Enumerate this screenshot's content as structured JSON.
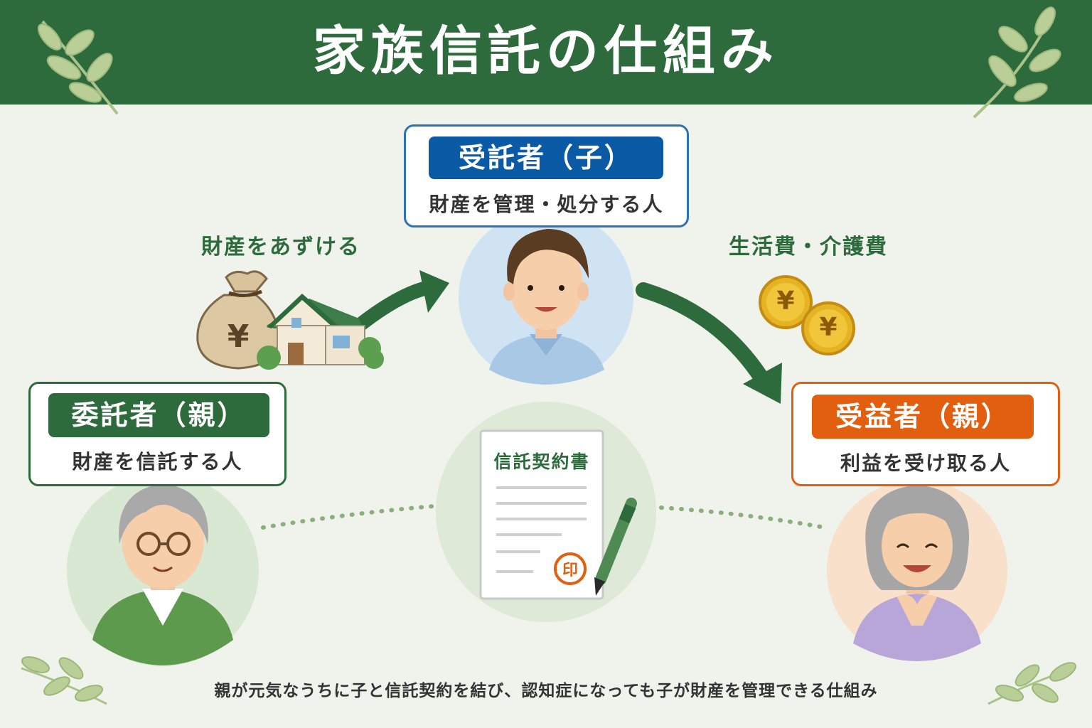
{
  "title": "家族信託の仕組み",
  "trustee": {
    "badge": "受託者（子）",
    "desc": "財産を管理・処分する人"
  },
  "settlor": {
    "badge": "委託者（親）",
    "desc": "財産を信託する人"
  },
  "beneficiary": {
    "badge": "受益者（親）",
    "desc": "利益を受け取る人"
  },
  "flows": {
    "entrust": "財産をあずける",
    "payment": "生活費・介護費"
  },
  "contract": {
    "title": "信託契約書",
    "seal": "印"
  },
  "yen_symbol": "¥",
  "caption": "親が元気なうちに子と信託契約を結び、認知症になっても子が財産を管理できる仕組み",
  "colors": {
    "header": "#2e6b3c",
    "trustee": "#0b5aa6",
    "settlor": "#2e6b3c",
    "beneficiary": "#e35f10",
    "background": "#eff3ec"
  },
  "icons": [
    "leaf-icon",
    "money-bag-icon",
    "house-icon",
    "coin-icon",
    "document-icon",
    "pen-icon",
    "seal-icon",
    "arrow-icon"
  ]
}
